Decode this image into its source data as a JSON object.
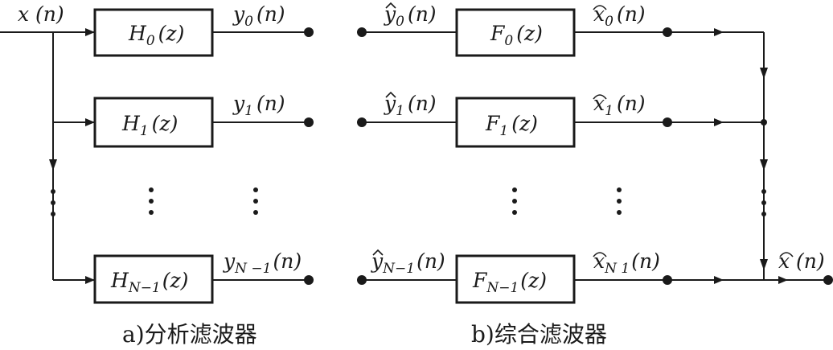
{
  "analysis": {
    "input_label": "x (n)",
    "filters": [
      {
        "name": "H",
        "sub": "0",
        "arg": "(z)",
        "out_name": "y",
        "out_sub": "0",
        "out_arg": "(n)"
      },
      {
        "name": "H",
        "sub": "1",
        "arg": "(z)",
        "out_name": "y",
        "out_sub": "1",
        "out_arg": "(n)"
      },
      {
        "name": "H",
        "sub": "N−1",
        "arg": "(z)",
        "out_name": "y",
        "out_sub": "N −1",
        "out_arg": "(n)"
      }
    ],
    "caption": "a)分析滤波器"
  },
  "synthesis": {
    "filters": [
      {
        "in_name": "y",
        "in_sub": "0",
        "in_arg": "(n)",
        "name": "F",
        "sub": "0",
        "arg": "(z)",
        "out_name": "x",
        "out_sub": "0",
        "out_arg": "(n)"
      },
      {
        "in_name": "y",
        "in_sub": "1",
        "in_arg": "(n)",
        "name": "F",
        "sub": "1",
        "arg": "(z)",
        "out_name": "x",
        "out_sub": "1",
        "out_arg": "(n)"
      },
      {
        "in_name": "y",
        "in_sub": "N−1",
        "in_arg": "(n)",
        "name": "F",
        "sub": "N−1",
        "arg": "(z)",
        "out_name": "x",
        "out_sub": "N   1",
        "out_arg": "(n)"
      }
    ],
    "output_label": "x (n)",
    "caption": "b)综合滤波器"
  }
}
